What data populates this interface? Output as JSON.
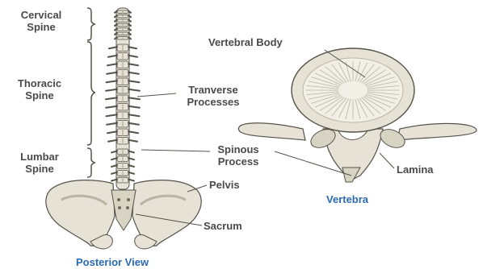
{
  "labels": {
    "cervical": [
      "Cervical",
      "Spine"
    ],
    "thoracic": [
      "Thoracic",
      "Spine"
    ],
    "lumbar": [
      "Lumbar",
      "Spine"
    ],
    "transverse": [
      "Tranverse",
      "Processes"
    ],
    "spinous": [
      "Spinous",
      "Process"
    ],
    "pelvis": "Pelvis",
    "sacrum": "Sacrum",
    "vertebral_body": "Vertebral Body",
    "lamina": "Lamina"
  },
  "captions": {
    "posterior": "Posterior View",
    "vertebra": "Vertebra"
  },
  "colors": {
    "bone": "#e6e3d6",
    "bone_shade": "#b8b4a2",
    "outline": "#55524a",
    "label_text": "#4a4a4a",
    "caption_text": "#2a6ab2"
  }
}
